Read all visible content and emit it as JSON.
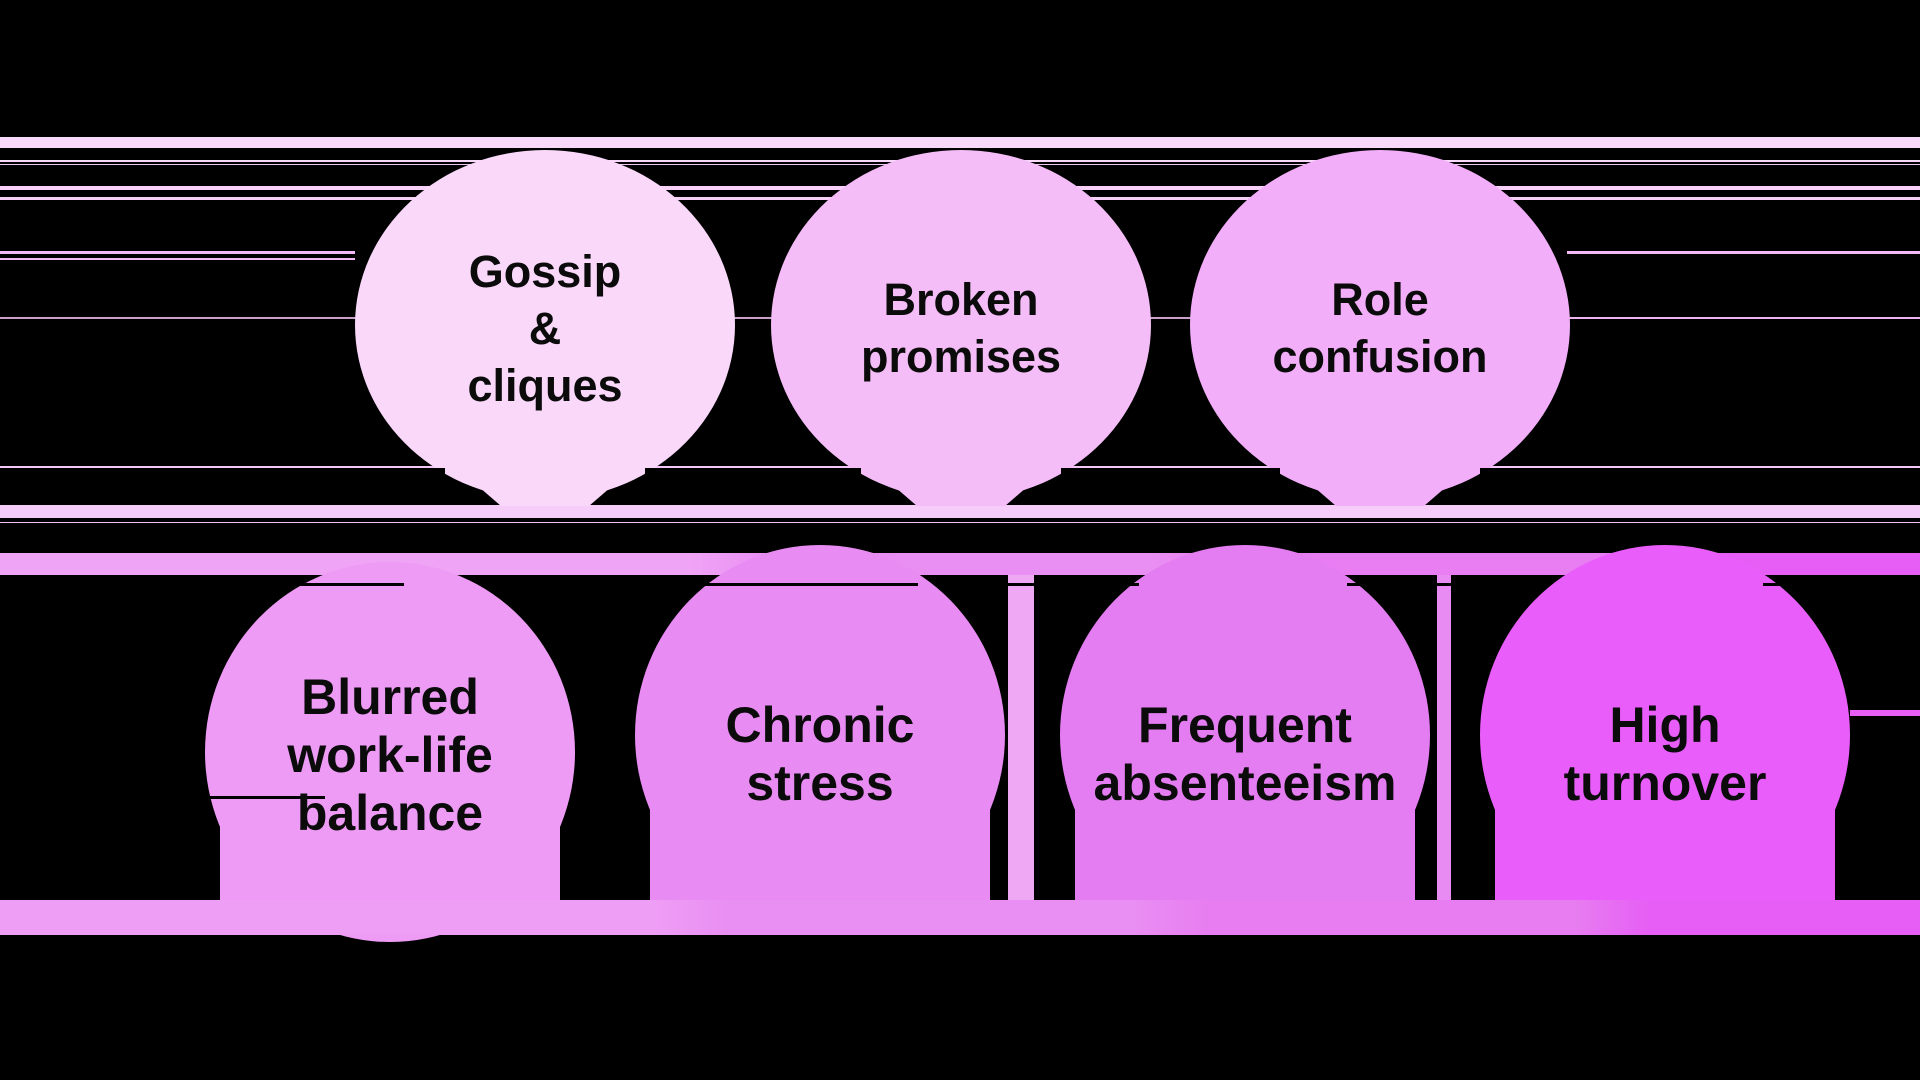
{
  "canvas": {
    "background": "#000000",
    "text_color": "#0b0b0b"
  },
  "bubbles": [
    {
      "name": "gossip-cliques",
      "label": "Gossip & cliques",
      "lines": [
        "Gossip",
        "&",
        "cliques"
      ],
      "color": "#f9d8fa",
      "row": "top"
    },
    {
      "name": "broken-promises",
      "label": "Broken promises",
      "lines": [
        "Broken",
        "promises"
      ],
      "color": "#f5bdf7",
      "row": "top"
    },
    {
      "name": "role-confusion",
      "label": "Role confusion",
      "lines": [
        "Role",
        "confusion"
      ],
      "color": "#f2aef8",
      "row": "top"
    },
    {
      "name": "blurred-work-life-balance",
      "label": "Blurred work-life balance",
      "lines": [
        "Blurred",
        "work-life",
        "balance"
      ],
      "color": "#ee9bf5",
      "row": "bottom"
    },
    {
      "name": "chronic-stress",
      "label": "Chronic stress",
      "lines": [
        "Chronic",
        "stress"
      ],
      "color": "#e88cf3",
      "row": "bottom"
    },
    {
      "name": "frequent-absenteeism",
      "label": "Frequent absenteeism",
      "lines": [
        "Frequent",
        "absenteeism"
      ],
      "color": "#e57df2",
      "row": "bottom"
    },
    {
      "name": "high-turnover",
      "label": "High turnover",
      "lines": [
        "High",
        "turnover"
      ],
      "color": "#e95efa",
      "row": "bottom"
    }
  ],
  "glitch": {
    "band_top": "#f8d9fa",
    "line_a": "#f8d9fa",
    "line_b": "#eec6f1",
    "line_c": "#f7d0f8",
    "line_d": "#f7d0f8",
    "line_e": "#f3baf6",
    "line_f": "#f3baf6",
    "line_g": "linear-gradient(90deg, #c9a0c9 0%, #c9a0c9 72%, #efb4f0 78%, #efb4f0 100%)",
    "line_h": "#f4c6f6",
    "band_light": "#f6ccf8",
    "line_i": "#efc0f2",
    "band_mid": "linear-gradient(90deg, #f0a4f6 0%, #f0a4f6 36%, #e98ff3 40%, #e98ff3 60%, #e87ef2 64%, #e87ef2 84%, #e65ef6 88%, #e65ef6 100%)",
    "strip_v1": "#efa9f4",
    "strip_v2": "#e88bf2",
    "band_bottom": "linear-gradient(90deg, #ee9ef5 0%, #ee9ef5 34%, #e98ef3 38%, #e98ef3 59%, #e77df0 63%, #e77df0 82%, #e65ef5 86%, #e65ef5 100%)",
    "line_magenta": "#e65ef6",
    "black_line": "#000000"
  }
}
